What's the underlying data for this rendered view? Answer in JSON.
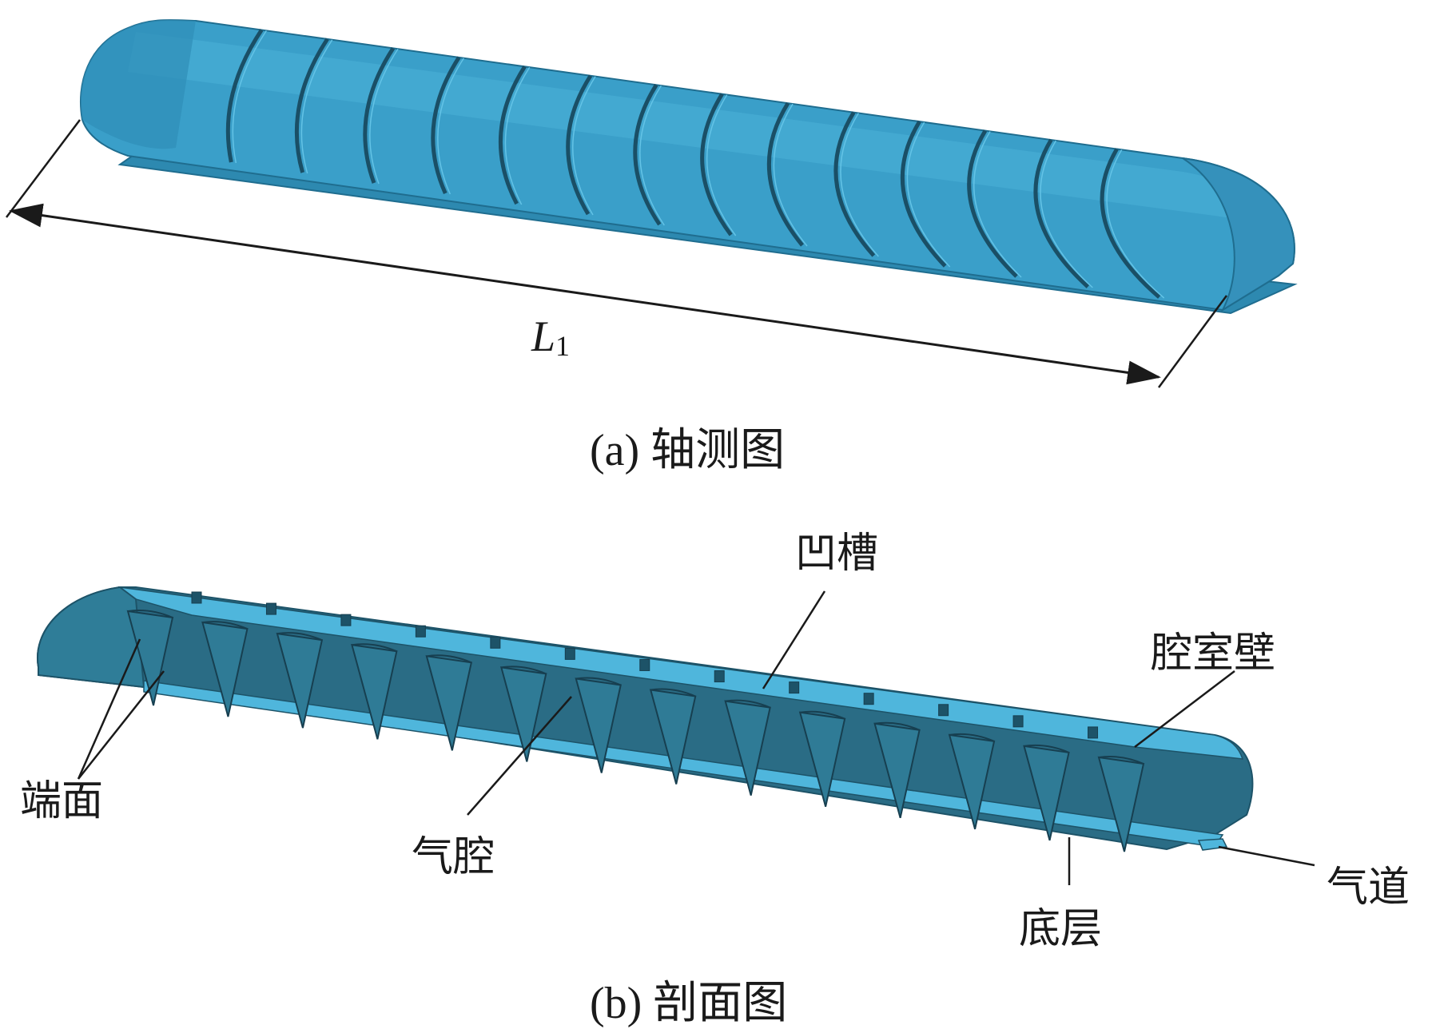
{
  "figure_a": {
    "caption": "(a)  轴测图",
    "dimension": {
      "symbol": "L",
      "subscript": "1"
    },
    "segment_count": 15
  },
  "figure_b": {
    "caption": "(b)  剖面图",
    "cavity_count": 14,
    "labels": {
      "groove": "凹槽",
      "chamber_wall": "腔室壁",
      "end_face": "端面",
      "air_cavity": "气腔",
      "bottom_layer": "底层",
      "air_channel": "气道"
    }
  },
  "colors": {
    "body": "#3a9fc9",
    "body_light": "#4fb6dc",
    "body_dark": "#1f6d8f",
    "section": "#2a6c85",
    "section_dark": "#1d5368",
    "line": "#1a1a1a"
  }
}
